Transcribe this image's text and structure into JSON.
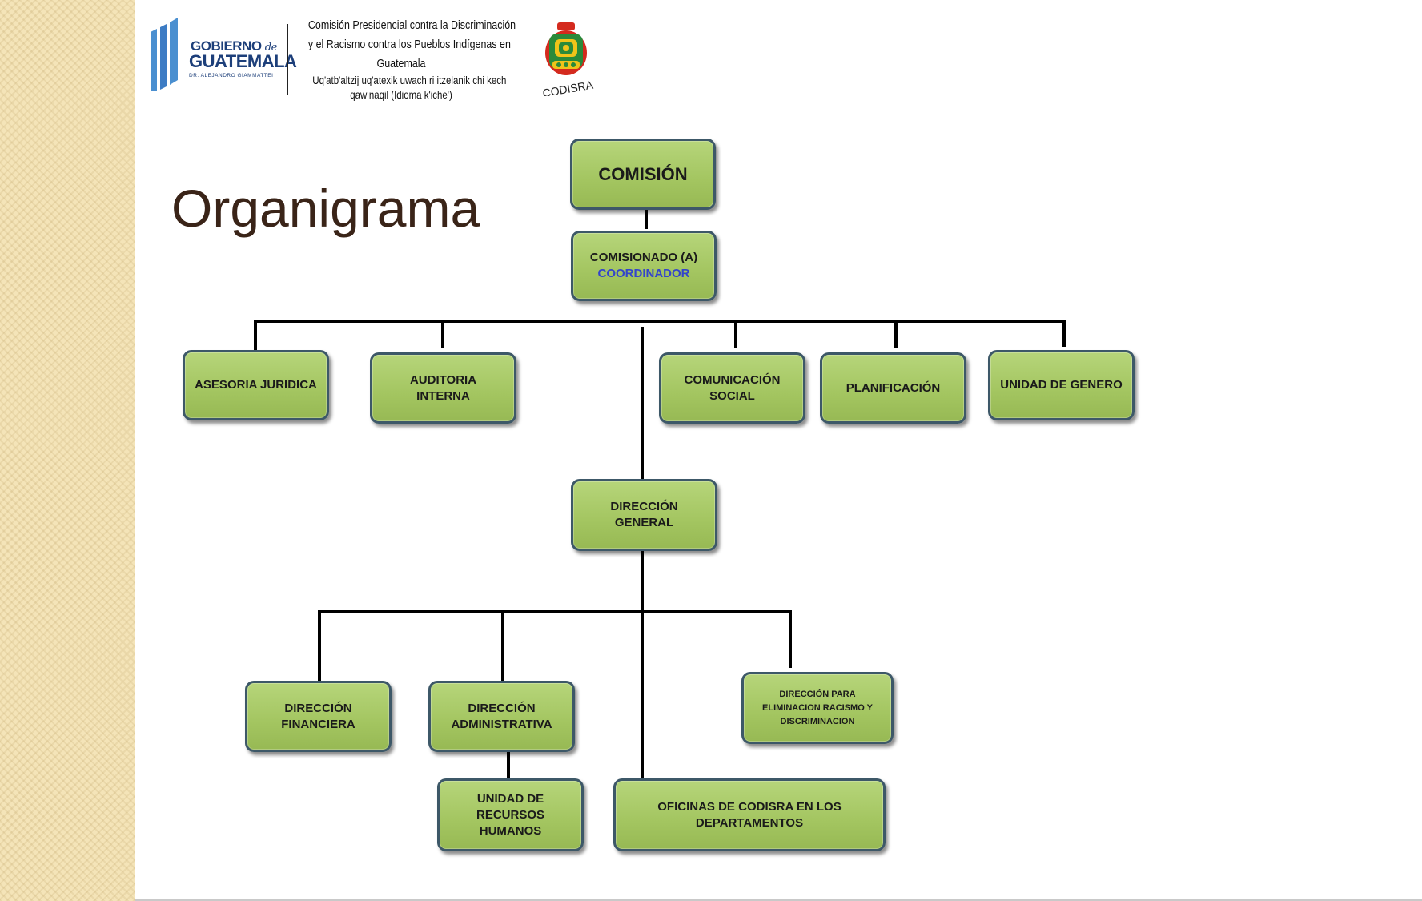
{
  "header": {
    "gobierno_line1": "GOBIERNO",
    "gobierno_de": "de",
    "gobierno_line2": "GUATEMALA",
    "gobierno_line3": "DR. ALEJANDRO GIAMMATTEI",
    "comision_lines": [
      "Comisión Presidencial contra la Discriminación",
      "y el Racismo contra los Pueblos Indígenas en",
      "Guatemala"
    ],
    "kiche_lines": [
      "Uq'atb'altzij uq'atexik uwach ri itzelanik chi kech",
      "qawinaqil (Idioma k'iche')"
    ],
    "codisra_label": "CODISRA",
    "colors": {
      "gobierno_blue": "#1d3f7a",
      "gobierno_light_blue": "#4a8fd0"
    }
  },
  "title": "Organigrama",
  "org": {
    "comision": "COMISIÓN",
    "comisionado": {
      "line1": "COMISIONADO (A)",
      "line2": "COORDINADOR"
    },
    "staff": [
      {
        "line1": "ASESORIA JURIDICA"
      },
      {
        "line1": "AUDITORIA",
        "line2": "INTERNA"
      },
      {
        "line1": "COMUNICACIÓN",
        "line2": "SOCIAL"
      },
      {
        "line1": "PLANIFICACIÓN"
      },
      {
        "line1": "UNIDAD DE GENERO"
      }
    ],
    "direccion_general": {
      "line1": "DIRECCIÓN",
      "line2": "GENERAL"
    },
    "direcciones": {
      "financiera": {
        "line1": "DIRECCIÓN",
        "line2": "FINANCIERA"
      },
      "administrativa": {
        "line1": "DIRECCIÓN",
        "line2": "ADMINISTRATIVA"
      },
      "racismo": {
        "line1": "DIRECCIÓN  PARA",
        "line2": "ELIMINACION RACISMO Y",
        "line3": "DISCRIMINACION"
      }
    },
    "recursos_humanos": {
      "line1": "UNIDAD DE",
      "line2": "RECURSOS",
      "line3": "HUMANOS"
    },
    "oficinas": {
      "line1": "OFICINAS DE CODISRA EN LOS",
      "line2": "DEPARTAMENTOS"
    },
    "colors": {
      "box_fill": "#a3c560",
      "box_border": "#3d5868",
      "coordinator_text": "#3344cc",
      "title_text": "#3a2418"
    }
  }
}
